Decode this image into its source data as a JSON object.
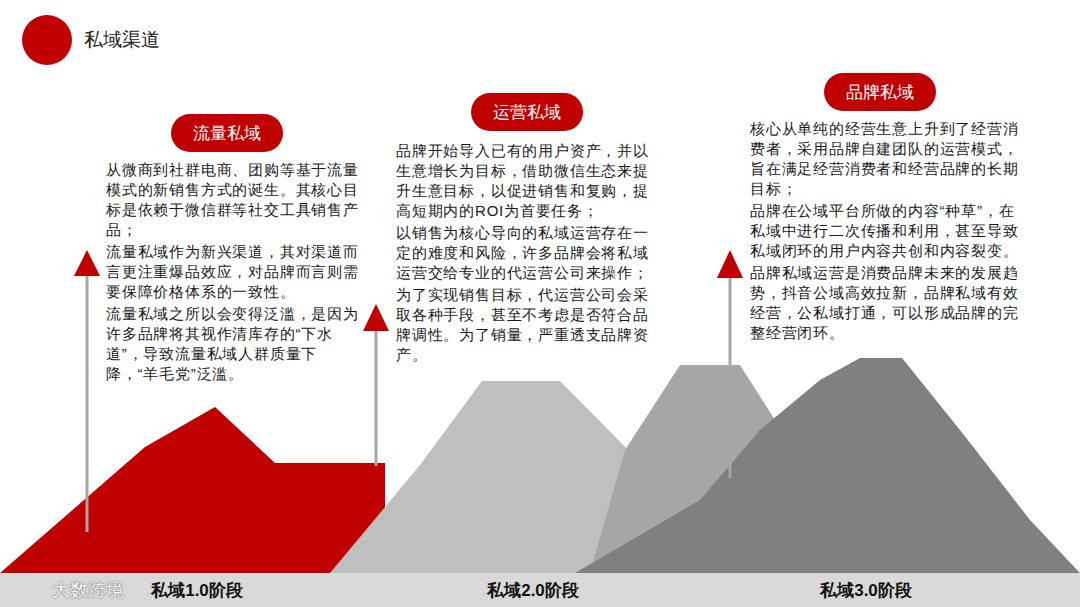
{
  "diagram": {
    "title": "私域渠道",
    "nodes": [
      {
        "text": [
          "流量私域"
        ]
      },
      {
        "text": [
          "运营私域"
        ]
      },
      {
        "text": [
          "品牌私域"
        ]
      },
      {
        "text": [
          "私域1.0阶段",
          "私域2.0阶段",
          "私域3.0阶段"
        ]
      }
    ],
    "labels": [
      "从微商到社群电商、团购等基于流量模式的新销售方式的诞生。其核心目标是依赖于微信群等社交工具销售产品；",
      "流量私域作为新兴渠道，其对渠道而言更注重爆品效应，对品牌而言则需要保障价格体系的一致性。",
      "流量私域之所以会变得泛滥，是因为许多品牌将其视作清库存的“下水道”，导致流量私域人群质量下降，“羊毛党”泛滥。",
      "品牌开始导入已有的用户资产，并以生意增长为目标，借助微信生态来提升生意目标，以促进销售和复购，提高短期内的ROI为首要任务；",
      "以销售为核心导向的私域运营存在一定的难度和风险，许多品牌会将私域运营交给专业的代运营公司来操作；",
      "为了实现销售目标，代运营公司会采取各种手段，甚至不考虑是否符合品牌调性。为了销量，严重透支品牌资产。",
      "核心从单纯的经营生意上升到了经营消费者，采用品牌自建团队的运营模式，旨在满足经营消费者和经营品牌的长期目标；",
      "品牌在公域平台所做的内容“种草”，在私域中进行二次传播和利用，甚至导致私域闭环的用户内容共创和内容裂变。",
      "品牌私域运营是消费品牌未来的发展趋势，抖音公域高效拉新，品牌私域有效经营，公私域打通，可以形成品牌的完整经营闭环。",
      "大数跨境"
    ]
  }
}
